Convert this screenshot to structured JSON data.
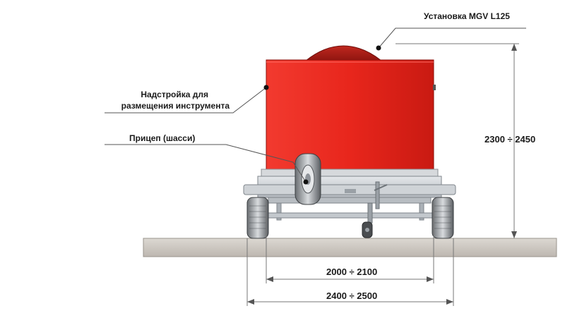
{
  "callouts": {
    "unit": "Установка MGV L125",
    "superstructure_line1": "Надстройка для",
    "superstructure_line2": "размещения инструмента",
    "trailer": "Прицеп (шасси)"
  },
  "dimensions": {
    "height": "2300 ÷ 2450",
    "inner_width": "2000 ÷ 2100",
    "outer_width": "2400 ÷ 2500"
  },
  "colors": {
    "body_red": "#e8261c",
    "frame_gray": "#c9cdd2",
    "ground": "#cfcac4",
    "dim_line": "#666666"
  }
}
